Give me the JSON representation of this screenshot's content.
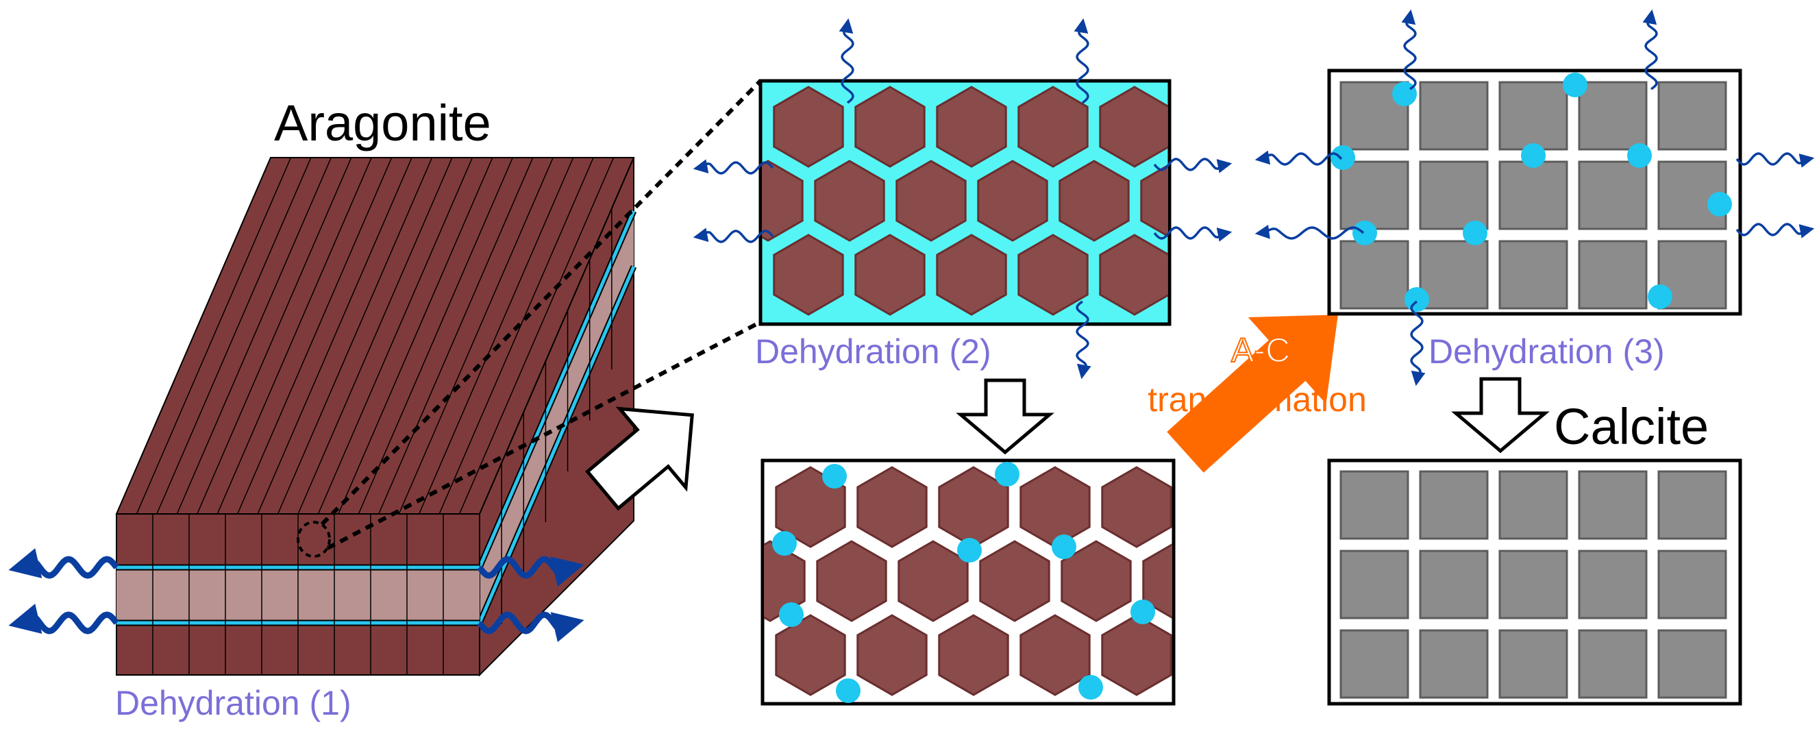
{
  "labels": {
    "aragonite": "Aragonite",
    "calcite": "Calcite",
    "dehydration_1": "Dehydration (1)",
    "dehydration_2": "Dehydration (2)",
    "dehydration_3": "Dehydration (3)",
    "ac_line1": "A-C",
    "ac_line2": "transformation"
  },
  "colors": {
    "aragonite_brown": "#7f3b3b",
    "aragonite_light": "#b89392",
    "hex_fill": "#8a4b4b",
    "hex_stroke": "#6a2e2e",
    "water_cyan": "#55f5f5",
    "droplet_blue": "#1ec8f0",
    "calcite_gray": "#8c8c8c",
    "calcite_stroke": "#5c5c5c",
    "label_purple": "#7a6fd8",
    "transform_orange": "#ff6a00",
    "wave_blue": "#0a3fa0"
  },
  "icons": {
    "process_arrow": "hollow-arrow-icon",
    "water_release": "wavy-arrow-icon",
    "water_droplet": "droplet-icon"
  }
}
